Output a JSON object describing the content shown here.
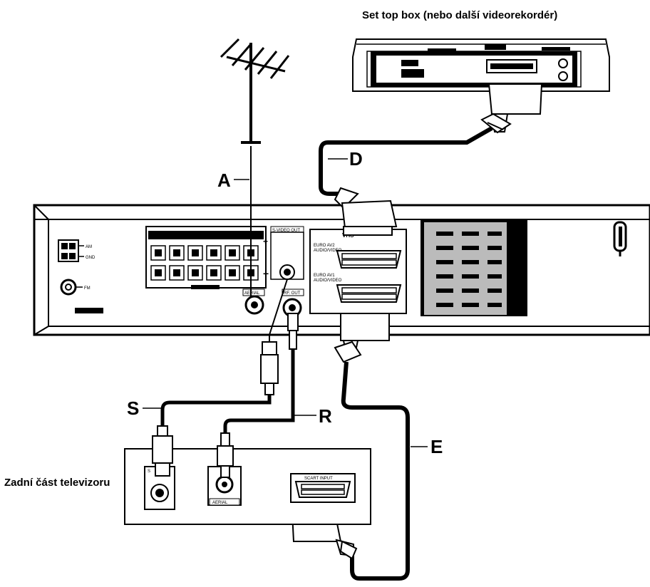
{
  "captions": {
    "set_top_box": "Set top box (nebo další videorekordér)",
    "tv_rear": "Zadní část televizoru"
  },
  "cables": {
    "a": "A",
    "d": "D",
    "e": "E",
    "r": "R",
    "s": "S"
  },
  "recorder_panel": {
    "am": "AM",
    "gnd": "GND",
    "fm": "FM",
    "svideo_out": "S-VIDEO OUT",
    "aerial": "AERIAL",
    "rf_out": "RF. OUT",
    "vhs": "VHS",
    "euro_av2": "EURO AV2",
    "euro_av2_sub": "AUDIO/VIDEO",
    "euro_av1": "EURO AV1",
    "euro_av1_sub": "AUDIO/VIDEO",
    "plus": "+",
    "minus": "−"
  },
  "tv_panel": {
    "s_input": "S",
    "aerial": "AERIAL",
    "scart_input": "SCART INPUT"
  }
}
